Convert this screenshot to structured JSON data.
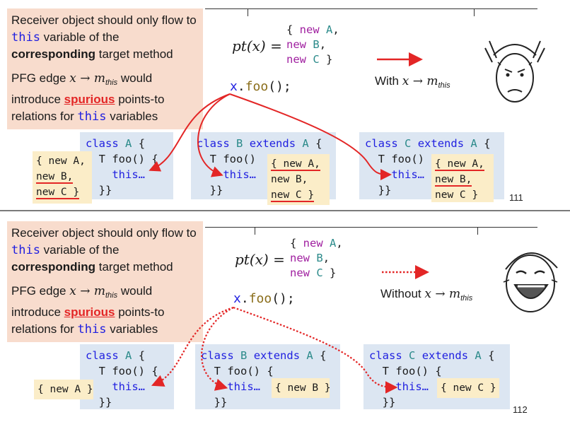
{
  "slides": [
    {
      "callout": {
        "line1_pre": "Receiver object should only flow to ",
        "line1_kw": "this",
        "line1_post": " variable of the",
        "line2_bold": "corresponding",
        "line2_post": " target method",
        "p2_pre": "PFG edge ",
        "edge_math": "x → m",
        "edge_sub": "this",
        "p2_mid": " would introduce ",
        "spurious": "spurious",
        "p2_post": " points-to relations for ",
        "p2_kw": "this",
        "p2_end": " variables"
      },
      "pt_label": "pt(x) =",
      "pt_set": {
        "open": "{ ",
        "a": "new A,",
        "b": "new B,",
        "c": "new C }"
      },
      "call": {
        "recv": "x",
        "dot": ".",
        "method": "foo",
        "rest": "();"
      },
      "legend": {
        "prefix": "With ",
        "math": "x → m",
        "sub": "this"
      },
      "class_a": {
        "decl_kw": "class",
        "name": "A",
        "brace": "{",
        "method": "T foo() {",
        "body": "this…",
        "close": "}}"
      },
      "class_b": {
        "decl_kw": "class",
        "name": "B",
        "ext": "extends",
        "parent": "A",
        "brace": "{",
        "method": "T foo()",
        "body": "this…",
        "close": "}}"
      },
      "class_c": {
        "decl_kw": "class",
        "name": "C",
        "ext": "extends",
        "parent": "A",
        "brace": "{",
        "method": "T foo()",
        "body": "this…",
        "close": "}}"
      },
      "pts_a": [
        "{ new A,",
        "new B,",
        "new C }"
      ],
      "pts_b": [
        "{ new A,",
        "new B,",
        "new C }"
      ],
      "pts_c": [
        "{ new A,",
        "new B,",
        "new C }"
      ],
      "page": "111",
      "face": "stressed-face"
    },
    {
      "callout": {
        "line1_pre": "Receiver object should only flow to ",
        "line1_kw": "this",
        "line1_post": " variable of the",
        "line2_bold": "corresponding",
        "line2_post": " target method",
        "p2_pre": "PFG edge ",
        "edge_math": "x → m",
        "edge_sub": "this",
        "p2_mid": " would introduce ",
        "spurious": "spurious",
        "p2_post": " points-to relations for ",
        "p2_kw": "this",
        "p2_end": " variables"
      },
      "pt_label": "pt(x) =",
      "pt_set": {
        "open": "{ ",
        "a": "new A,",
        "b": "new B,",
        "c": "new C }"
      },
      "call": {
        "recv": "x",
        "dot": ".",
        "method": "foo",
        "rest": "();"
      },
      "legend": {
        "prefix": "Without ",
        "math": "x → m",
        "sub": "this"
      },
      "class_a": {
        "decl_kw": "class",
        "name": "A",
        "brace": "{",
        "method": "T foo() {",
        "body": "this…",
        "close": "}}"
      },
      "class_b": {
        "decl_kw": "class",
        "name": "B",
        "ext": "extends",
        "parent": "A",
        "brace": "{",
        "method": "T foo() {",
        "body": "this…",
        "close": "}}"
      },
      "class_c": {
        "decl_kw": "class",
        "name": "C",
        "ext": "extends",
        "parent": "A",
        "brace": "{",
        "method": "T foo() {",
        "body": "this…",
        "close": "}}"
      },
      "pts_a": [
        "{ new A }"
      ],
      "pts_b": [
        "{ new B }"
      ],
      "pts_c": [
        "{ new C }"
      ],
      "page": "112",
      "face": "laughing-face"
    }
  ],
  "colors": {
    "callout_bg": "#f8dccd",
    "code_bg": "#dce6f2",
    "pts_bg": "#fbedc8",
    "arrow": "#e32626",
    "keyword": "#1f1fe0"
  }
}
